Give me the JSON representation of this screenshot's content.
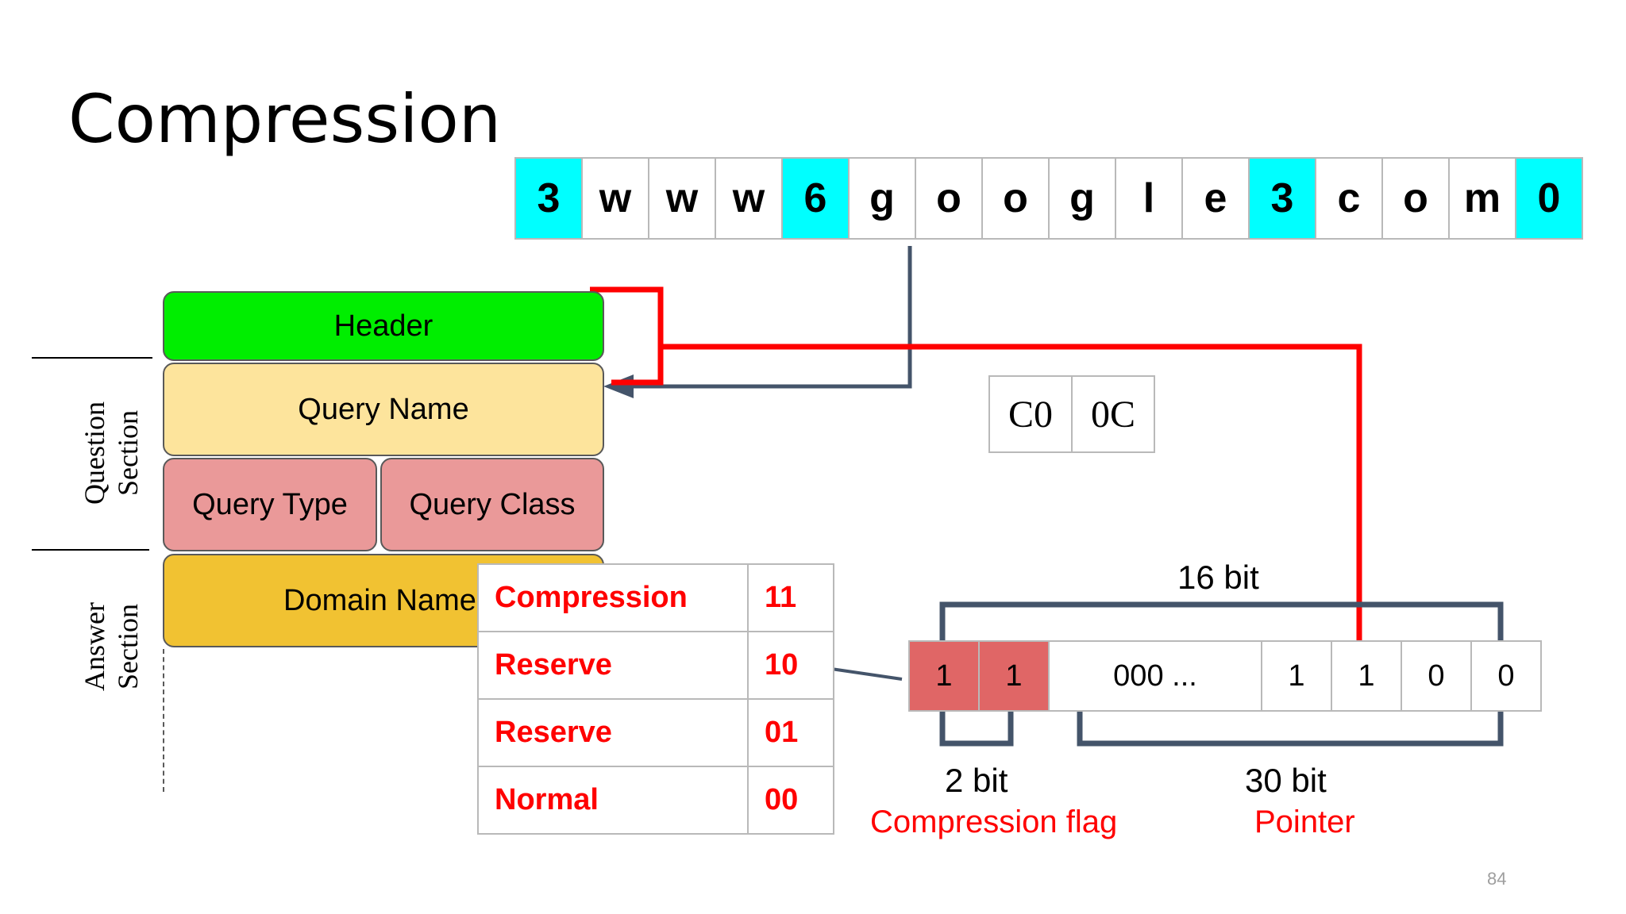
{
  "slide": {
    "title": "Compression",
    "page_number": "84"
  },
  "domain_bytes": [
    {
      "text": "3",
      "length_octet": true
    },
    {
      "text": "w",
      "length_octet": false
    },
    {
      "text": "w",
      "length_octet": false
    },
    {
      "text": "w",
      "length_octet": false
    },
    {
      "text": "6",
      "length_octet": true
    },
    {
      "text": "g",
      "length_octet": false
    },
    {
      "text": "o",
      "length_octet": false
    },
    {
      "text": "o",
      "length_octet": false
    },
    {
      "text": "g",
      "length_octet": false
    },
    {
      "text": "l",
      "length_octet": false
    },
    {
      "text": "e",
      "length_octet": false
    },
    {
      "text": "3",
      "length_octet": true
    },
    {
      "text": "c",
      "length_octet": false
    },
    {
      "text": "o",
      "length_octet": false
    },
    {
      "text": "m",
      "length_octet": false
    },
    {
      "text": "0",
      "length_octet": true
    }
  ],
  "message": {
    "header": "Header",
    "query_name": "Query Name",
    "query_type": "Query Type",
    "query_class": "Query Class",
    "domain_name": "Domain Name",
    "question_section": [
      "Question",
      "Section"
    ],
    "answer_section": [
      "Answer",
      "Section"
    ]
  },
  "flag_table": [
    {
      "name": "Compression",
      "value": "11"
    },
    {
      "name": "Reserve",
      "value": "10"
    },
    {
      "name": "Reserve",
      "value": "01"
    },
    {
      "name": "Normal",
      "value": "00"
    }
  ],
  "pointer_bytes": [
    "C0",
    "0C"
  ],
  "bits": [
    "1",
    "1",
    "000 ...",
    "1",
    "1",
    "0",
    "0"
  ],
  "labels": {
    "total": "16 bit",
    "flag_bits": "2 bit",
    "flag_name": "Compression flag",
    "pointer_bits": "30 bit",
    "pointer_name": "Pointer"
  },
  "colors": {
    "length_octet": "#00ffff",
    "header": "#00ee00",
    "query_name": "#fde49c",
    "query_type_class": "#ea9999",
    "domain_name": "#f1c232",
    "flag_bits": "#e06666",
    "pointer_arrow": "#ff0000",
    "offset_arrow": "#44546a"
  }
}
